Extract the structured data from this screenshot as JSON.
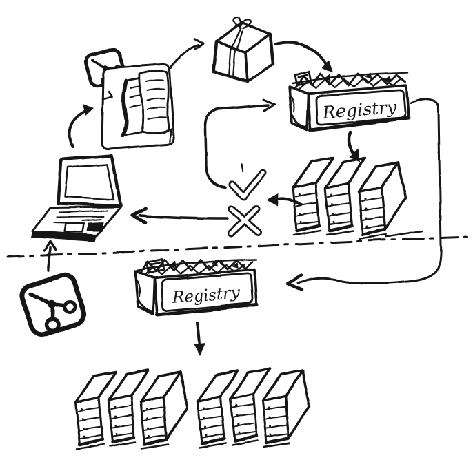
{
  "diagram": {
    "kind": "hand-drawn package registry workflow sketch",
    "ink_color": "#161616",
    "background_color": "#ffffff",
    "divider_style": "dash-dot horizontal line separating upstream (top) from mirror (bottom)"
  },
  "labels": {
    "upstream_registry": "Registry",
    "mirror_registry": "Registry"
  },
  "nodes": [
    {
      "id": "git-sticker",
      "icon": "git-logo-icon",
      "area": "top-left, attached to source files"
    },
    {
      "id": "source-code",
      "icon": "source-files-icon",
      "area": "top-left framed wavy documents"
    },
    {
      "id": "package",
      "icon": "wrapped-package-icon",
      "area": "top-center gift-wrapped box"
    },
    {
      "id": "upstream-registry",
      "icon": "box-of-packages-icon",
      "label": "Registry",
      "area": "top-right crate full of crumpled packages"
    },
    {
      "id": "upstream-servers",
      "icon": "server-towers-icon",
      "tower_count": 3,
      "area": "middle-right"
    },
    {
      "id": "verification",
      "icon": "check-and-cross-icon",
      "area": "center, checkmark above cross"
    },
    {
      "id": "laptop",
      "icon": "laptop-icon",
      "area": "middle-left"
    },
    {
      "id": "git-repo",
      "icon": "git-logo-icon",
      "area": "bottom-left large git badge"
    },
    {
      "id": "mirror-registry",
      "icon": "box-of-packages-icon",
      "label": "Registry",
      "area": "below divider, center-left crate"
    },
    {
      "id": "mirror-servers-left",
      "icon": "server-towers-icon",
      "tower_count": 3,
      "area": "bottom-left cluster"
    },
    {
      "id": "mirror-servers-right",
      "icon": "server-towers-icon",
      "tower_count": 3,
      "area": "bottom-center cluster"
    }
  ],
  "edges": [
    {
      "from": "laptop",
      "to": "source-code"
    },
    {
      "from": "source-code",
      "to": "package"
    },
    {
      "from": "package",
      "to": "upstream-registry"
    },
    {
      "from": "verification",
      "to": "upstream-registry"
    },
    {
      "from": "upstream-registry",
      "to": "upstream-servers"
    },
    {
      "from": "upstream-servers",
      "to": "verification"
    },
    {
      "from": "verification",
      "to": "laptop"
    },
    {
      "from": "upstream-registry",
      "to": "mirror-registry"
    },
    {
      "from": "git-repo",
      "to": "laptop"
    },
    {
      "from": "mirror-registry",
      "to": "mirror-servers-left"
    }
  ]
}
